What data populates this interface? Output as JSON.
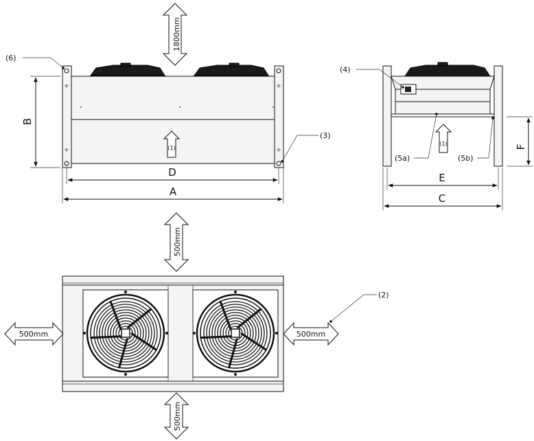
{
  "dimensions": {
    "A": "A",
    "B": "B",
    "C": "C",
    "D": "D",
    "E": "E",
    "F": "F"
  },
  "callouts": {
    "c2": "(2)",
    "c3": "(3)",
    "c4": "(4)",
    "c5a": "(5a)",
    "c5b": "(5b)",
    "c6": "(6)"
  },
  "airflow": {
    "front": "(1)",
    "side": "(1)"
  },
  "clearances": {
    "top_front": "1800mm",
    "top_plan": "500mm",
    "bottom_plan": "500mm",
    "left_plan": "500mm",
    "right_plan": "500mm"
  }
}
